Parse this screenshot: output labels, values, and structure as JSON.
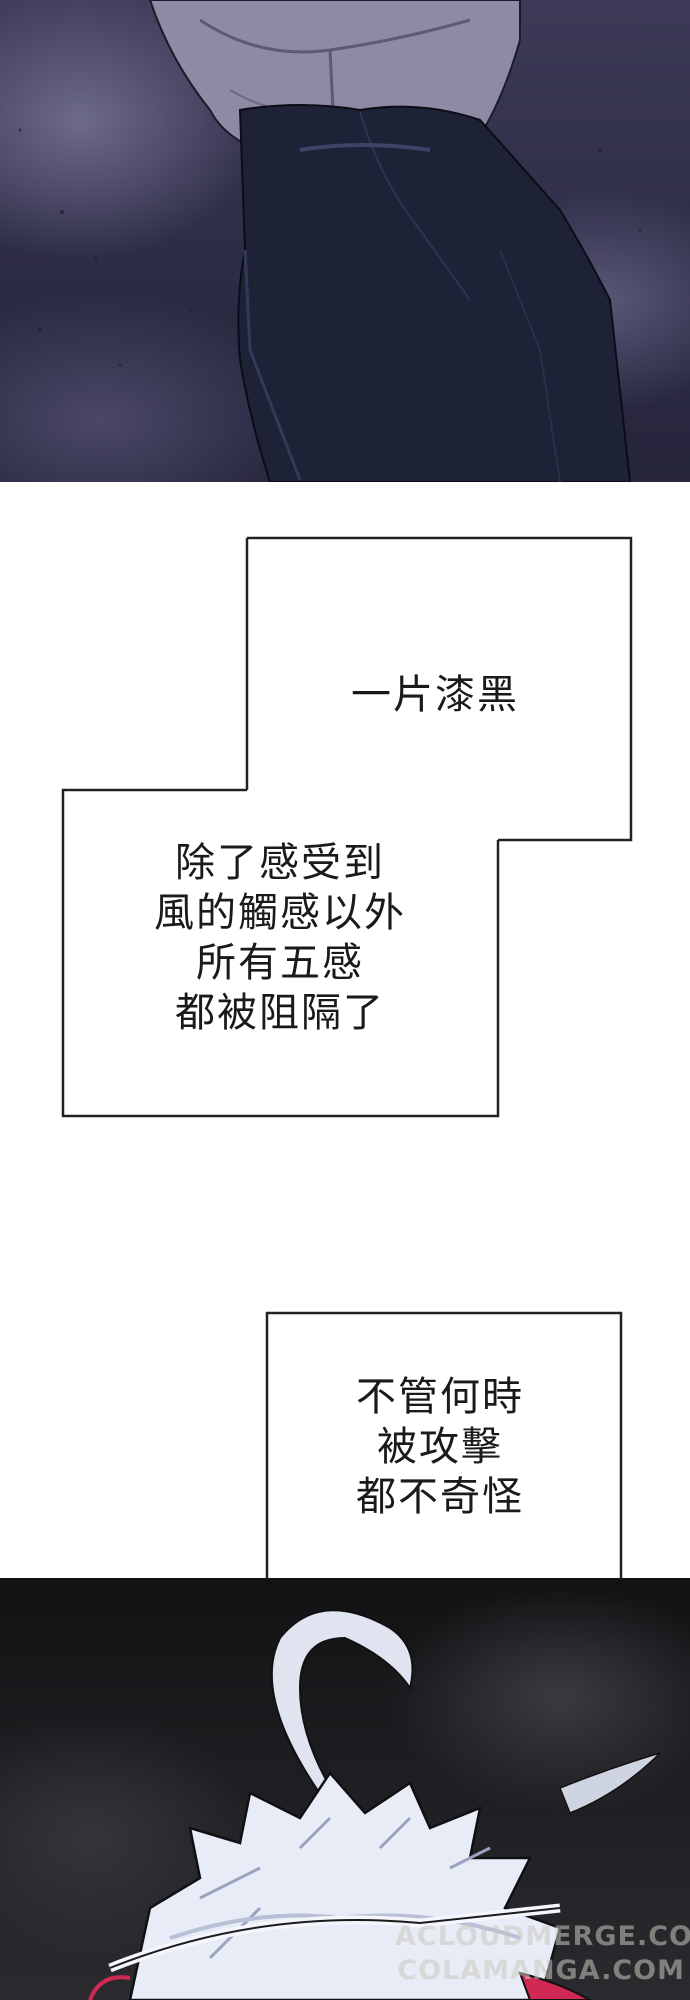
{
  "captions": {
    "first": {
      "line": "一片漆黑"
    },
    "second": {
      "lines": [
        "除了感受到",
        "風的觸感以外",
        "所有五感",
        "都被阻隔了"
      ]
    },
    "third": {
      "lines": [
        "不管何時",
        "被攻擊",
        "都不奇怪"
      ]
    }
  },
  "watermark": {
    "lines": [
      "ACLOUDMERGE.COM",
      "COLAMANGA.COM"
    ]
  },
  "colors": {
    "sky": "#3c3a56",
    "shirt": "#8e8aa4",
    "jacket": "#1e2236",
    "bottom_bg": "#1f1f23",
    "hair": "#e8ecf6",
    "accent": "#d02a54"
  }
}
